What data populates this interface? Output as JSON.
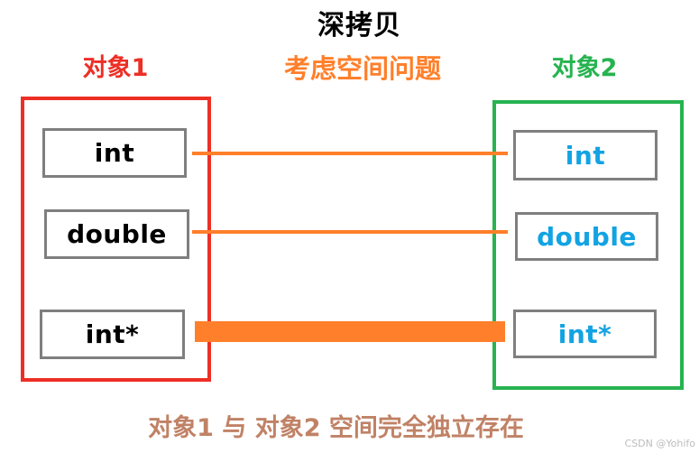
{
  "title": "深拷贝",
  "headers": {
    "object1": {
      "label": "对象1",
      "color": "#ED2F26"
    },
    "middle": {
      "label": "考虑空间问题",
      "color": "#FF7F2A"
    },
    "object2": {
      "label": "对象2",
      "color": "#27B350"
    }
  },
  "objects": {
    "object1": {
      "name": "对象1",
      "border_color": "#ED2F26",
      "field_text_color": "#000000",
      "fields": [
        {
          "label": "int"
        },
        {
          "label": "double"
        },
        {
          "label": "int*"
        }
      ]
    },
    "object2": {
      "name": "对象2",
      "border_color": "#27B350",
      "field_text_color": "#12A3E3",
      "fields": [
        {
          "label": "int"
        },
        {
          "label": "double"
        },
        {
          "label": "int*"
        }
      ]
    }
  },
  "connectors": {
    "color": "#FF7F2A",
    "thin_lines": [
      "int",
      "double"
    ],
    "thick_bar": "int*"
  },
  "field_box_border_color": "#7F7F7F",
  "caption": {
    "text": "对象1 与 对象2 空间完全独立存在",
    "color": "#C08266"
  },
  "watermark": {
    "text": "CSDN @Yohifo",
    "color": "#BCBCBC"
  },
  "background": "#FFFFFF"
}
